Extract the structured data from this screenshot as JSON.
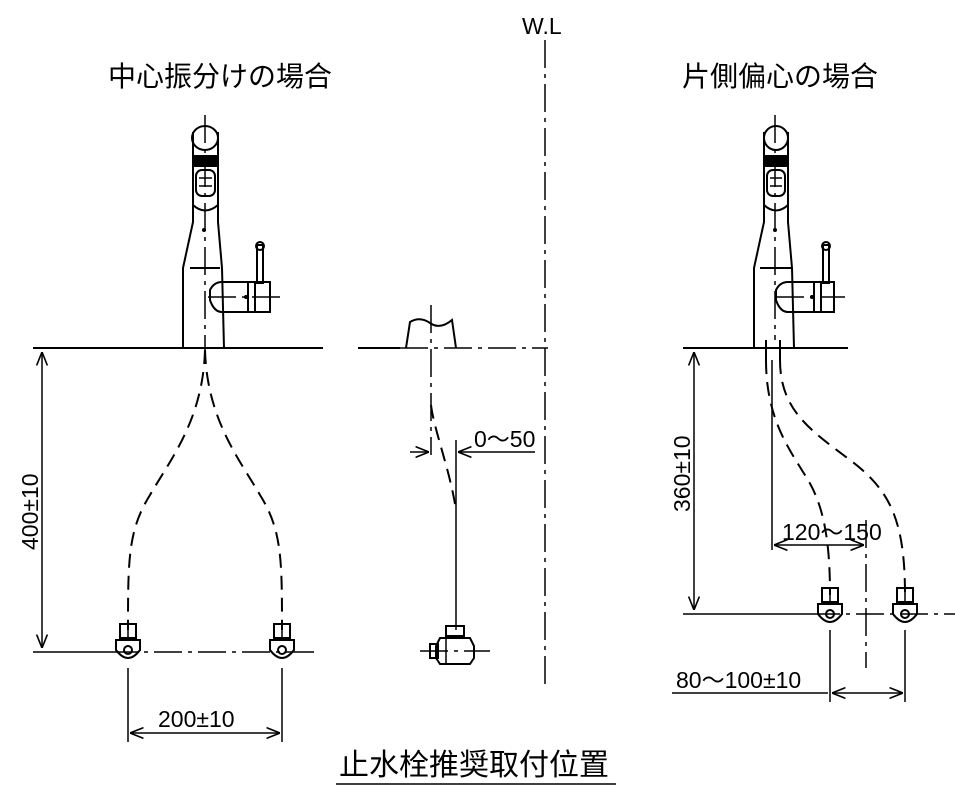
{
  "labels": {
    "water_level": "W.L",
    "title_center": "中心振分けの場合",
    "title_offset": "片側偏心の場合",
    "dim_center_height": "400±10",
    "dim_center_width": "200±10",
    "dim_side_offset": "0〜50",
    "dim_offset_height": "360±10",
    "dim_offset_range": "120〜150",
    "dim_offset_width": "80〜100±10",
    "caption": "止水栓推奨取付位置"
  }
}
